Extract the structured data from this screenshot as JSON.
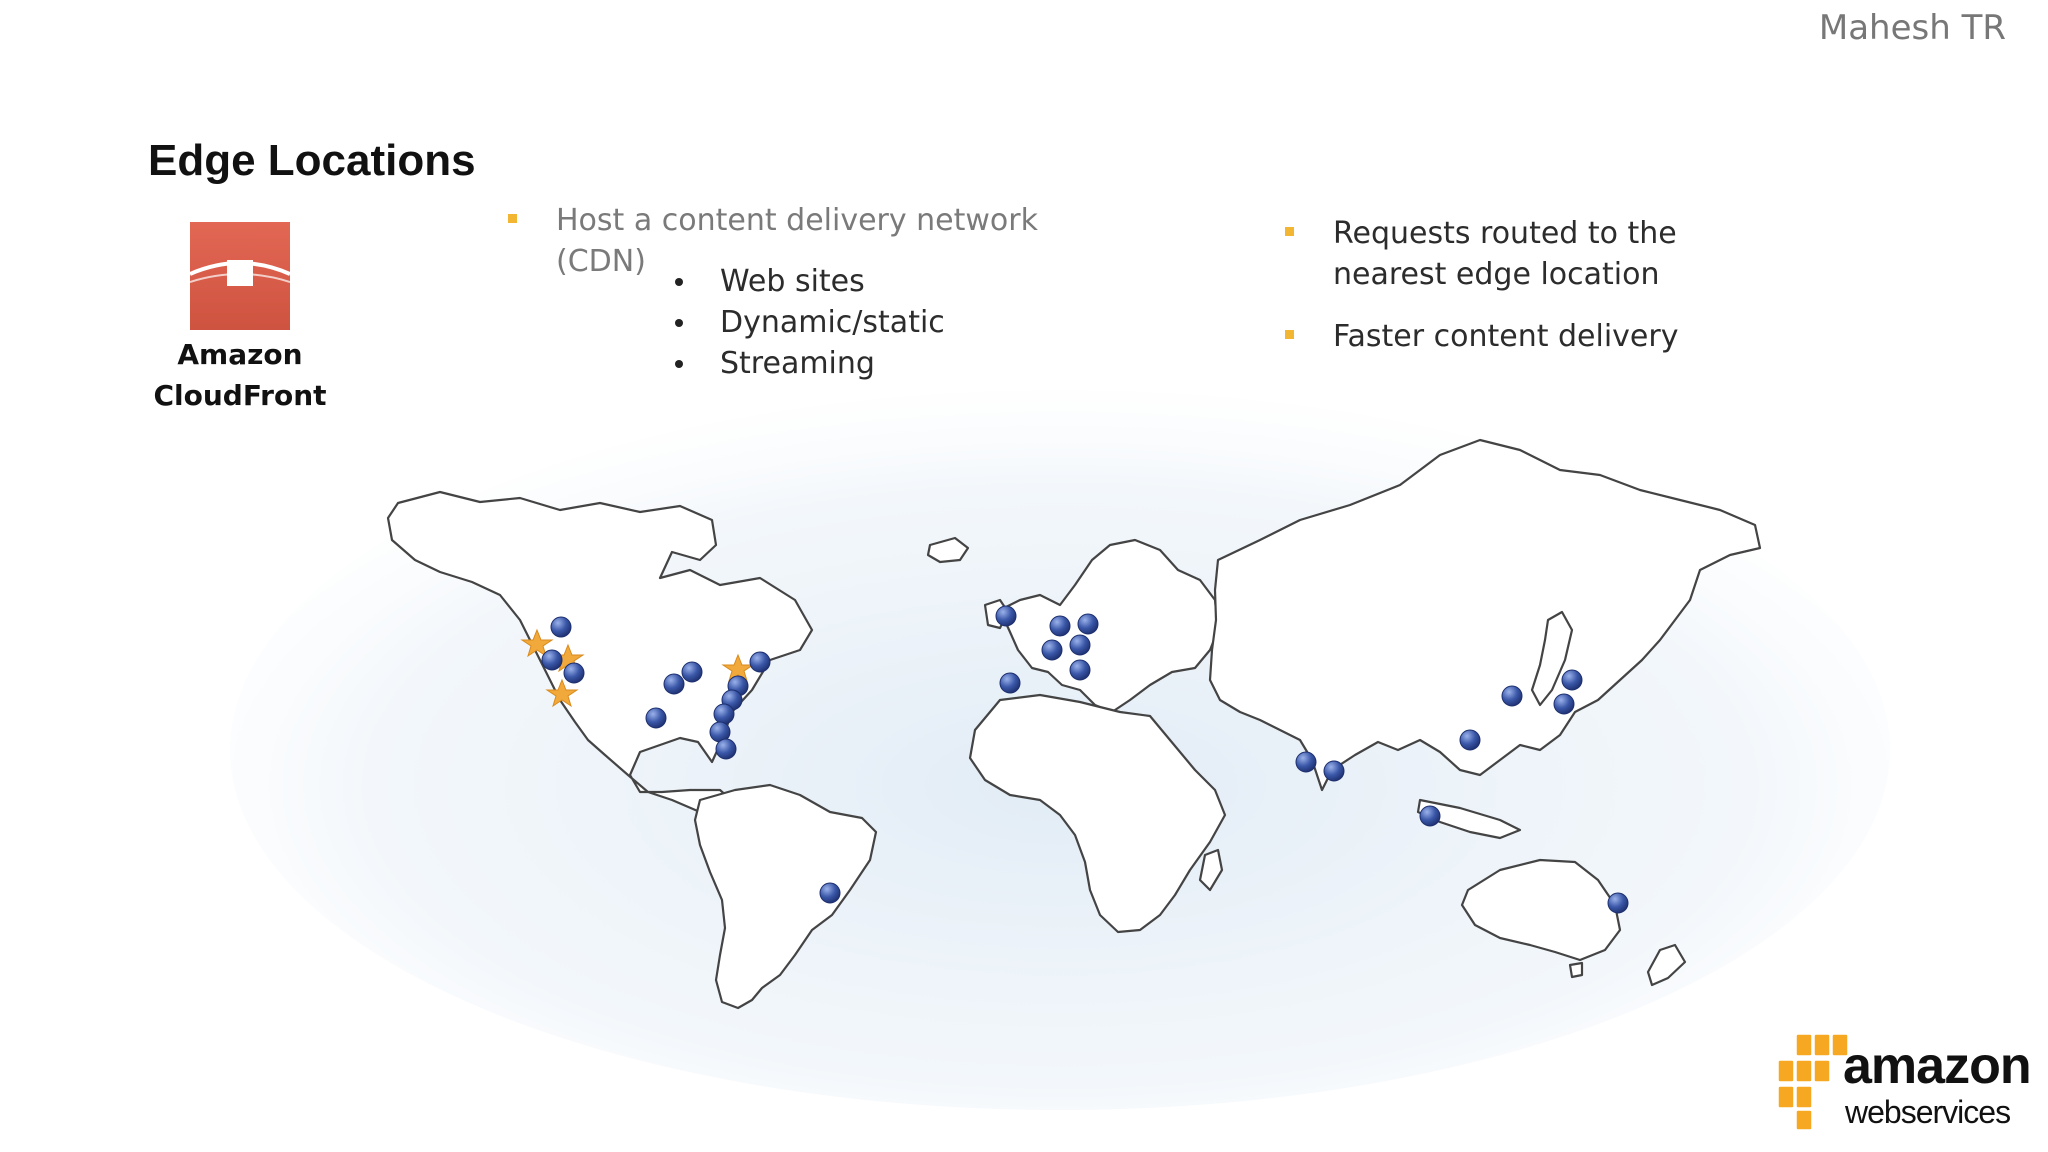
{
  "author": "Mahesh TR",
  "slide": {
    "title": "Edge Locations",
    "product": {
      "name_line1": "Amazon",
      "name_line2": "CloudFront",
      "icon": "cloudfront-icon",
      "color": "#e05a45"
    },
    "left_bullet": {
      "text": "Host a content delivery network (CDN)",
      "subitems": [
        "Web sites",
        "Dynamic/static",
        "Streaming"
      ]
    },
    "right_bullets": [
      "Requests routed to the nearest edge location",
      "Faster content delivery"
    ],
    "map": {
      "icon": "world-map",
      "marker_color": "#3a57a8",
      "star_color": "#f2a93b"
    },
    "brand": {
      "word1": "amazon",
      "word2": "webservices",
      "accent": "#f7a823"
    }
  }
}
